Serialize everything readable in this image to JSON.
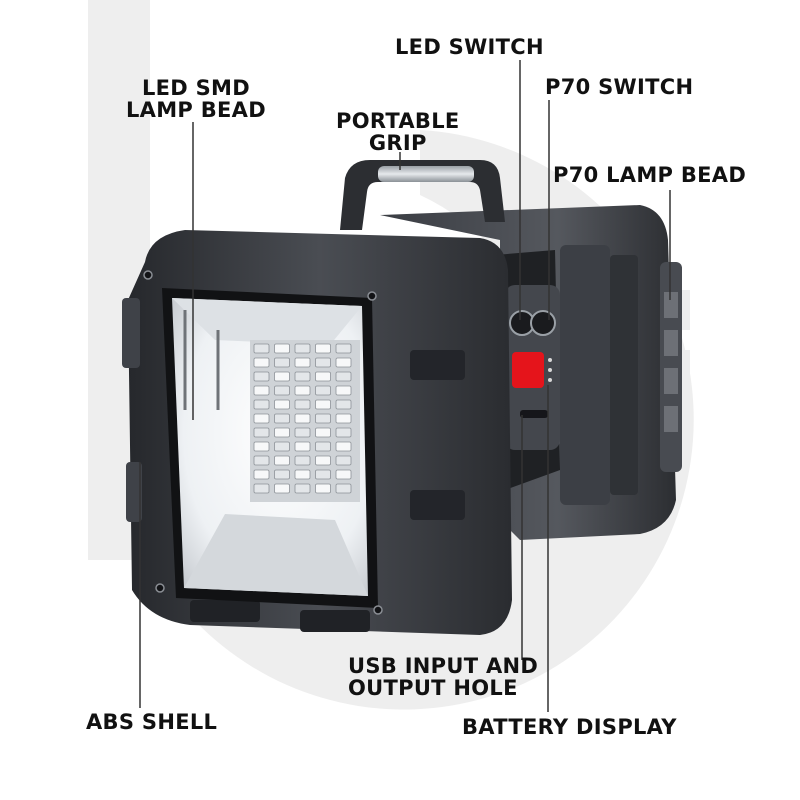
{
  "colors": {
    "background": "#ffffff",
    "watermark": "#eeeeee",
    "body_dark": "#2a2c30",
    "body_mid": "#3b3e44",
    "lens_light": "#f2f4f6",
    "accent_red": "#e5141b",
    "label_text": "#111111",
    "leader_line": "#333333"
  },
  "icons": [
    "battery-display-icon",
    "led-switch-button-icon",
    "p70-switch-button-icon"
  ],
  "labels": {
    "led_switch": "LED SWITCH",
    "p70_switch": "P70 SWITCH",
    "p70_lamp_bead": "P70 LAMP BEAD",
    "led_smd_lamp_bead": [
      "LED SMD",
      "LAMP BEAD"
    ],
    "portable_grip": [
      "PORTABLE",
      "GRIP"
    ],
    "usb_io_hole": [
      "USB INPUT AND",
      "OUTPUT HOLE"
    ],
    "abs_shell": "ABS SHELL",
    "battery_display": "BATTERY DISPLAY"
  }
}
